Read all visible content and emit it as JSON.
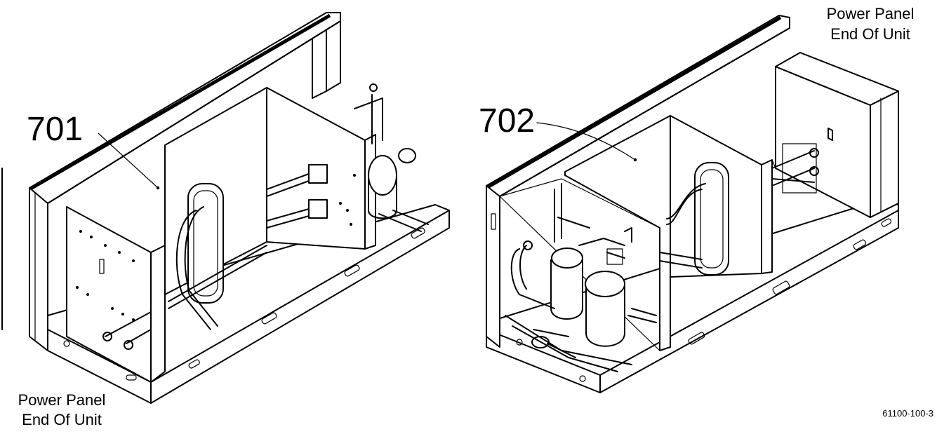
{
  "diagram": {
    "left_unit": {
      "callout": "701",
      "end_label_line1": "Power Panel",
      "end_label_line2": "End Of Unit"
    },
    "right_unit": {
      "callout": "702",
      "end_label_line1": "Power Panel",
      "end_label_line2": "End Of Unit"
    },
    "figure_id": "61100-100-3"
  }
}
